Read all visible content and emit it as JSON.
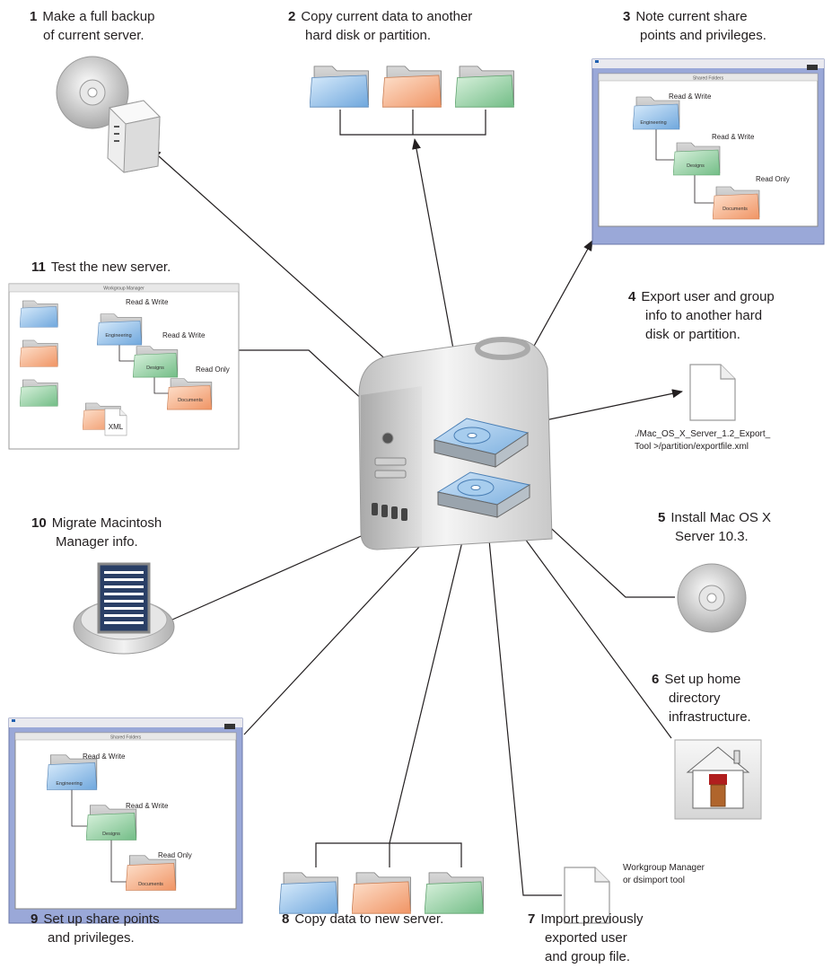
{
  "steps": {
    "s1": {
      "num": "1",
      "lines": [
        "Make a full backup",
        "of current server."
      ]
    },
    "s2": {
      "num": "2",
      "lines": [
        "Copy current data to another",
        "hard disk or partition."
      ]
    },
    "s3": {
      "num": "3",
      "lines": [
        "Note current share",
        "points and privileges."
      ]
    },
    "s4": {
      "num": "4",
      "lines": [
        "Export user and group",
        "info to another hard",
        "disk or partition."
      ]
    },
    "s5": {
      "num": "5",
      "lines": [
        "Install Mac OS X",
        "Server 10.3."
      ]
    },
    "s6": {
      "num": "6",
      "lines": [
        "Set up home",
        "directory",
        "infrastructure."
      ]
    },
    "s7": {
      "num": "7",
      "lines": [
        "Import previously",
        "exported user",
        "and group file."
      ]
    },
    "s8": {
      "num": "8",
      "lines": [
        "Copy data to new server."
      ]
    },
    "s9": {
      "num": "9",
      "lines": [
        "Set up share points",
        "and privileges."
      ]
    },
    "s10": {
      "num": "10",
      "lines": [
        "Migrate Macintosh",
        "Manager info."
      ]
    },
    "s11": {
      "num": "11",
      "lines": [
        "Test the new server."
      ]
    }
  },
  "export_command": {
    "lines": [
      "./Mac_OS_X_Server_1.2_Export_",
      "Tool >/partition/exportfile.xml"
    ]
  },
  "import_tool": {
    "lines": [
      "Workgroup Manager",
      "or dsimport tool"
    ]
  },
  "share_window": {
    "title": "Shared Folders",
    "folders": [
      "Engineering",
      "Designs",
      "Documents"
    ],
    "privileges": [
      "Read & Write",
      "Read & Write",
      "Read Only"
    ]
  },
  "workgroup_window": {
    "title": "Workgroup Manager",
    "folders": [
      "Engineering",
      "Designs",
      "Documents"
    ],
    "privileges": [
      "Read & Write",
      "Read & Write",
      "Read Only"
    ],
    "file_label": "XML"
  },
  "colors": {
    "folder_blue": "#8fbde6",
    "folder_orange": "#f5a77c",
    "folder_green": "#8fcf9d",
    "window_frame": "#9aa8d8",
    "arrow": "#231f20",
    "text": "#231f20"
  }
}
